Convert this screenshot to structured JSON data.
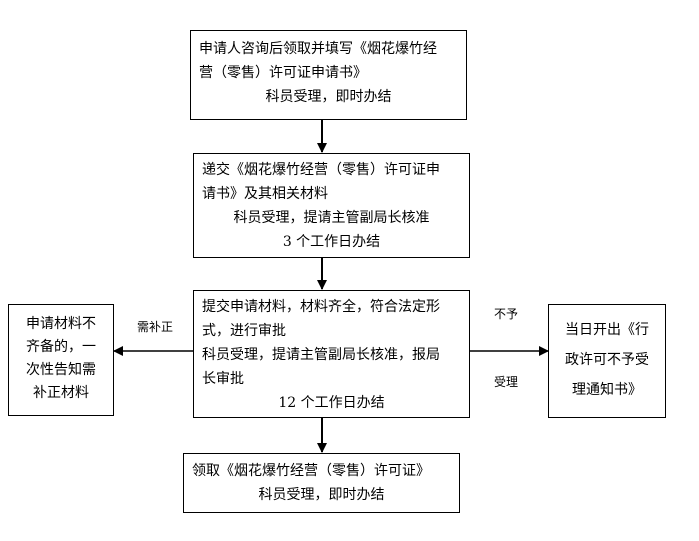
{
  "steps": {
    "step1": {
      "line1": "申请人咨询后领取并填写《烟花爆竹经",
      "line2": "营（零售）许可证申请书》",
      "line3": "科员受理，即时办结"
    },
    "step2": {
      "line1": "递交《烟花爆竹经营（零售）许可证申",
      "line2": "请书》及其相关材料",
      "line3": "科员受理，提请主管副局长核准",
      "line4": "3 个工作日办结"
    },
    "step3": {
      "line1": "提交申请材料，材料齐全，符合法定形",
      "line2": "式，进行审批",
      "line3": "科员受理，提请主管副局长核准，报局",
      "line4": "长审批",
      "line5": "12 个工作日办结"
    },
    "step4": {
      "line1": "领取《烟花爆竹经营（零售）许可证》",
      "line2": "科员受理，即时办结"
    }
  },
  "side_left": {
    "line1": "申请材料不",
    "line2": "齐备的，一",
    "line3": "次性告知需",
    "line4": "补正材料",
    "edge_label": "需补正"
  },
  "side_right": {
    "line1": "当日开出《行",
    "line2": "政许可不予受",
    "line3": "理通知书》",
    "edge_label_top": "不予",
    "edge_label_bottom": "受理"
  }
}
